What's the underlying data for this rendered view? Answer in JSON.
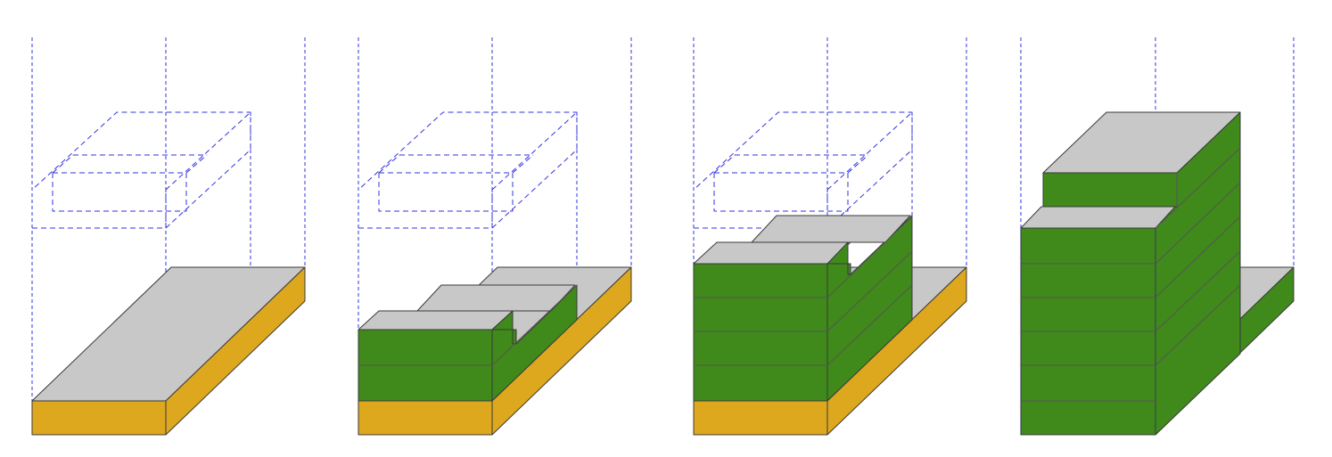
{
  "figure": {
    "description_panels": [
      {
        "id": "panel-1",
        "deposited_layers": 0,
        "substrate_visible": true
      },
      {
        "id": "panel-2",
        "deposited_layers": 2,
        "substrate_visible": true
      },
      {
        "id": "panel-3",
        "deposited_layers": 4,
        "substrate_visible": true
      },
      {
        "id": "panel-4",
        "deposited_layers": 6,
        "substrate_visible": false
      }
    ],
    "colors": {
      "top_surface": "#c8c8c8",
      "deposited_material": "#3f8a1a",
      "substrate": "#dda71e",
      "guide_lines": "#3333dd"
    }
  }
}
